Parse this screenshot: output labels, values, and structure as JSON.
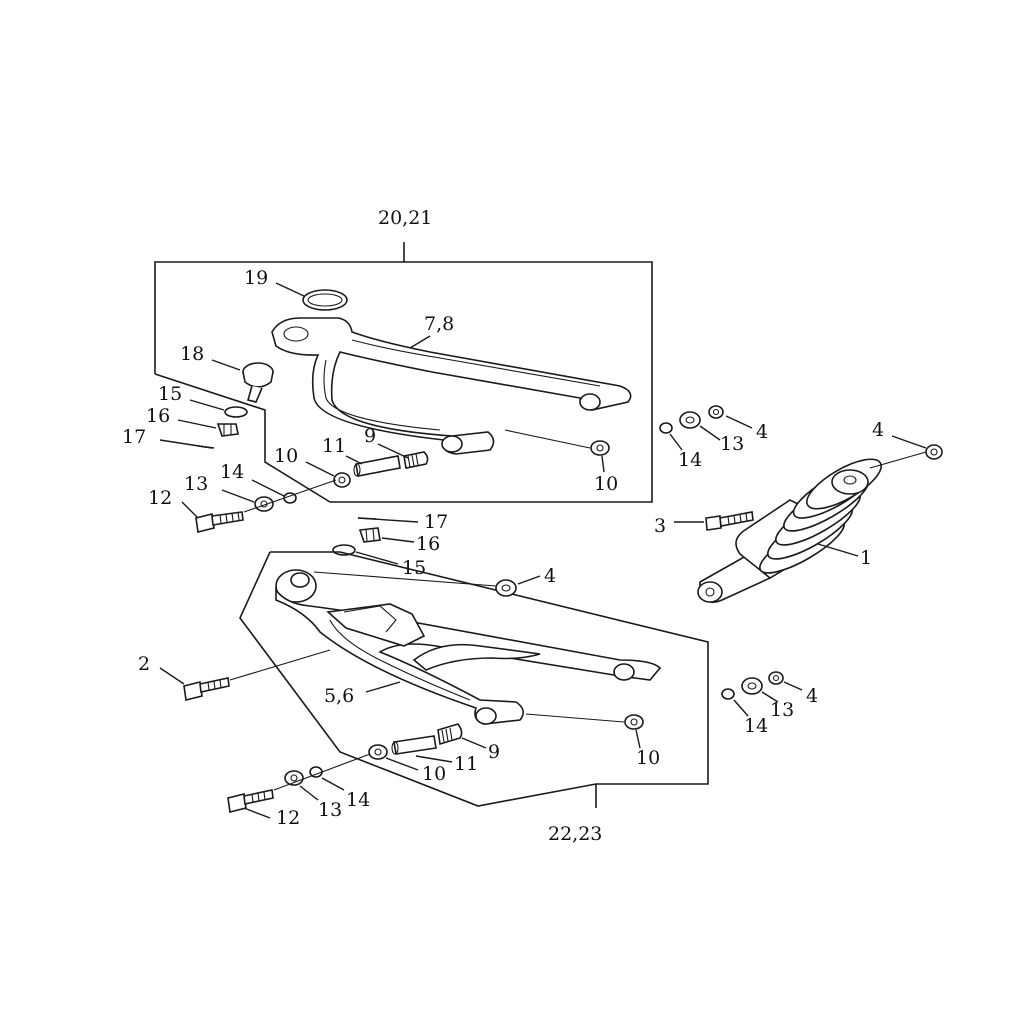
{
  "labels": {
    "upper_arm_assembly": "20,21",
    "lower_arm_assembly": "22,23",
    "shock_absorber": "1",
    "bolt_long": "2",
    "bolt_shock": "3",
    "nut": "4",
    "lower_arm": "5,6",
    "upper_arm": "7,8",
    "bushing": "9",
    "washer_10": "10",
    "sleeve": "11",
    "bolt_12": "12",
    "washer_13": "13",
    "washer_14": "14",
    "washer_15": "15",
    "castle_nut": "16",
    "cotter_pin": "17",
    "ball_joint": "18",
    "circlip": "19"
  }
}
